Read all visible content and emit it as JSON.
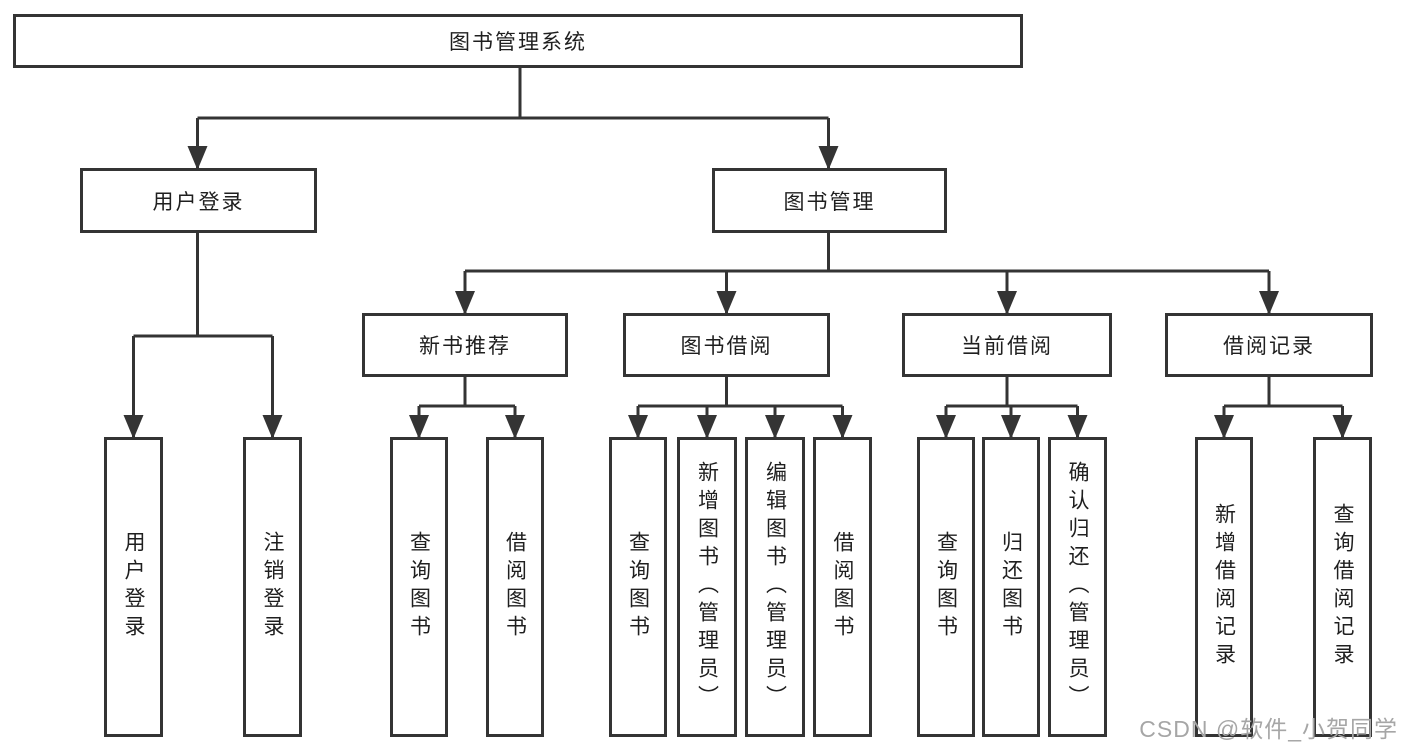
{
  "diagram": {
    "title": "图书管理系统",
    "branches": [
      {
        "label": "用户登录",
        "children": [
          {
            "label": "用户登录"
          },
          {
            "label": "注销登录"
          }
        ]
      },
      {
        "label": "图书管理",
        "children": [
          {
            "label": "新书推荐",
            "children": [
              {
                "label": "查询图书"
              },
              {
                "label": "借阅图书"
              }
            ]
          },
          {
            "label": "图书借阅",
            "children": [
              {
                "label": "查询图书"
              },
              {
                "label": "新增图书（管理员）"
              },
              {
                "label": "编辑图书（管理员）"
              },
              {
                "label": "借阅图书"
              }
            ]
          },
          {
            "label": "当前借阅",
            "children": [
              {
                "label": "查询图书"
              },
              {
                "label": "归还图书"
              },
              {
                "label": "确认归还（管理员）"
              }
            ]
          },
          {
            "label": "借阅记录",
            "children": [
              {
                "label": "新增借阅记录"
              },
              {
                "label": "查询借阅记录"
              }
            ]
          }
        ]
      }
    ]
  },
  "watermark": {
    "text": "CSDN @软件_小贺同学"
  },
  "colors": {
    "line": "#343434",
    "text": "#1f1f1f",
    "watermark": "#a6a6a6",
    "background": "#ffffff"
  }
}
